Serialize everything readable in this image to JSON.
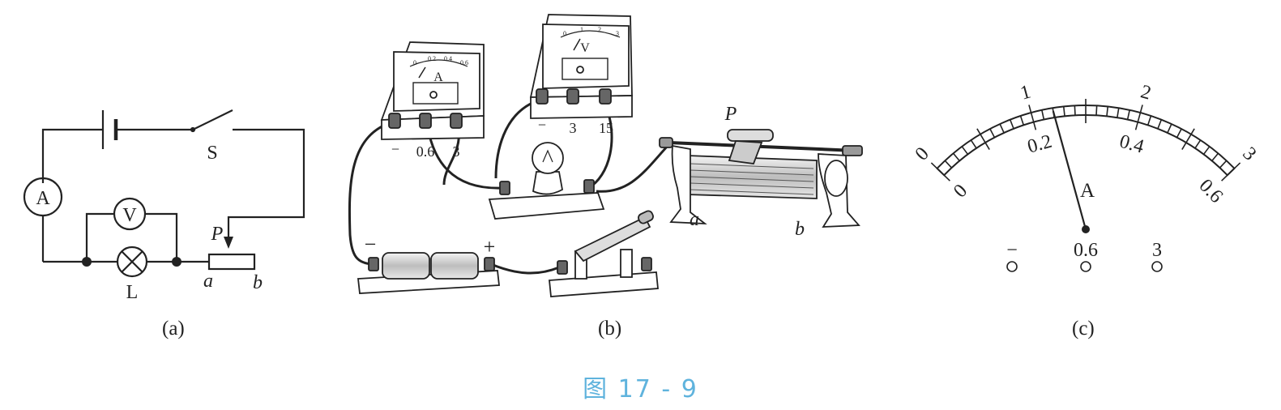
{
  "figure_title": "图 17 - 9",
  "panel_a": {
    "caption": "(a)",
    "ammeter": "A",
    "voltmeter": "V",
    "switch": "S",
    "lamp": "L",
    "slider": "P",
    "end_a": "a",
    "end_b": "b"
  },
  "panel_b": {
    "caption": "(b)",
    "ammeter": {
      "symbol": "A",
      "terminals": [
        "−",
        "0.6",
        "3"
      ],
      "scale": [
        "0",
        "0.2",
        "0.4",
        "0.6"
      ]
    },
    "voltmeter": {
      "symbol": "V",
      "terminals": [
        "−",
        "3",
        "15"
      ],
      "scale": [
        "0",
        "1",
        "2",
        "3"
      ]
    },
    "battery_minus": "−",
    "battery_plus": "+",
    "slider": "P",
    "end_a": "a",
    "end_b": "b"
  },
  "panel_c": {
    "caption": "(c)",
    "symbol": "A",
    "outer_scale": [
      "0",
      "1",
      "2",
      "3"
    ],
    "inner_scale": [
      "0",
      "0.2",
      "0.4",
      "0.6"
    ],
    "terminals": [
      "−",
      "0.6",
      "3"
    ],
    "needle_reading": 0.24
  }
}
